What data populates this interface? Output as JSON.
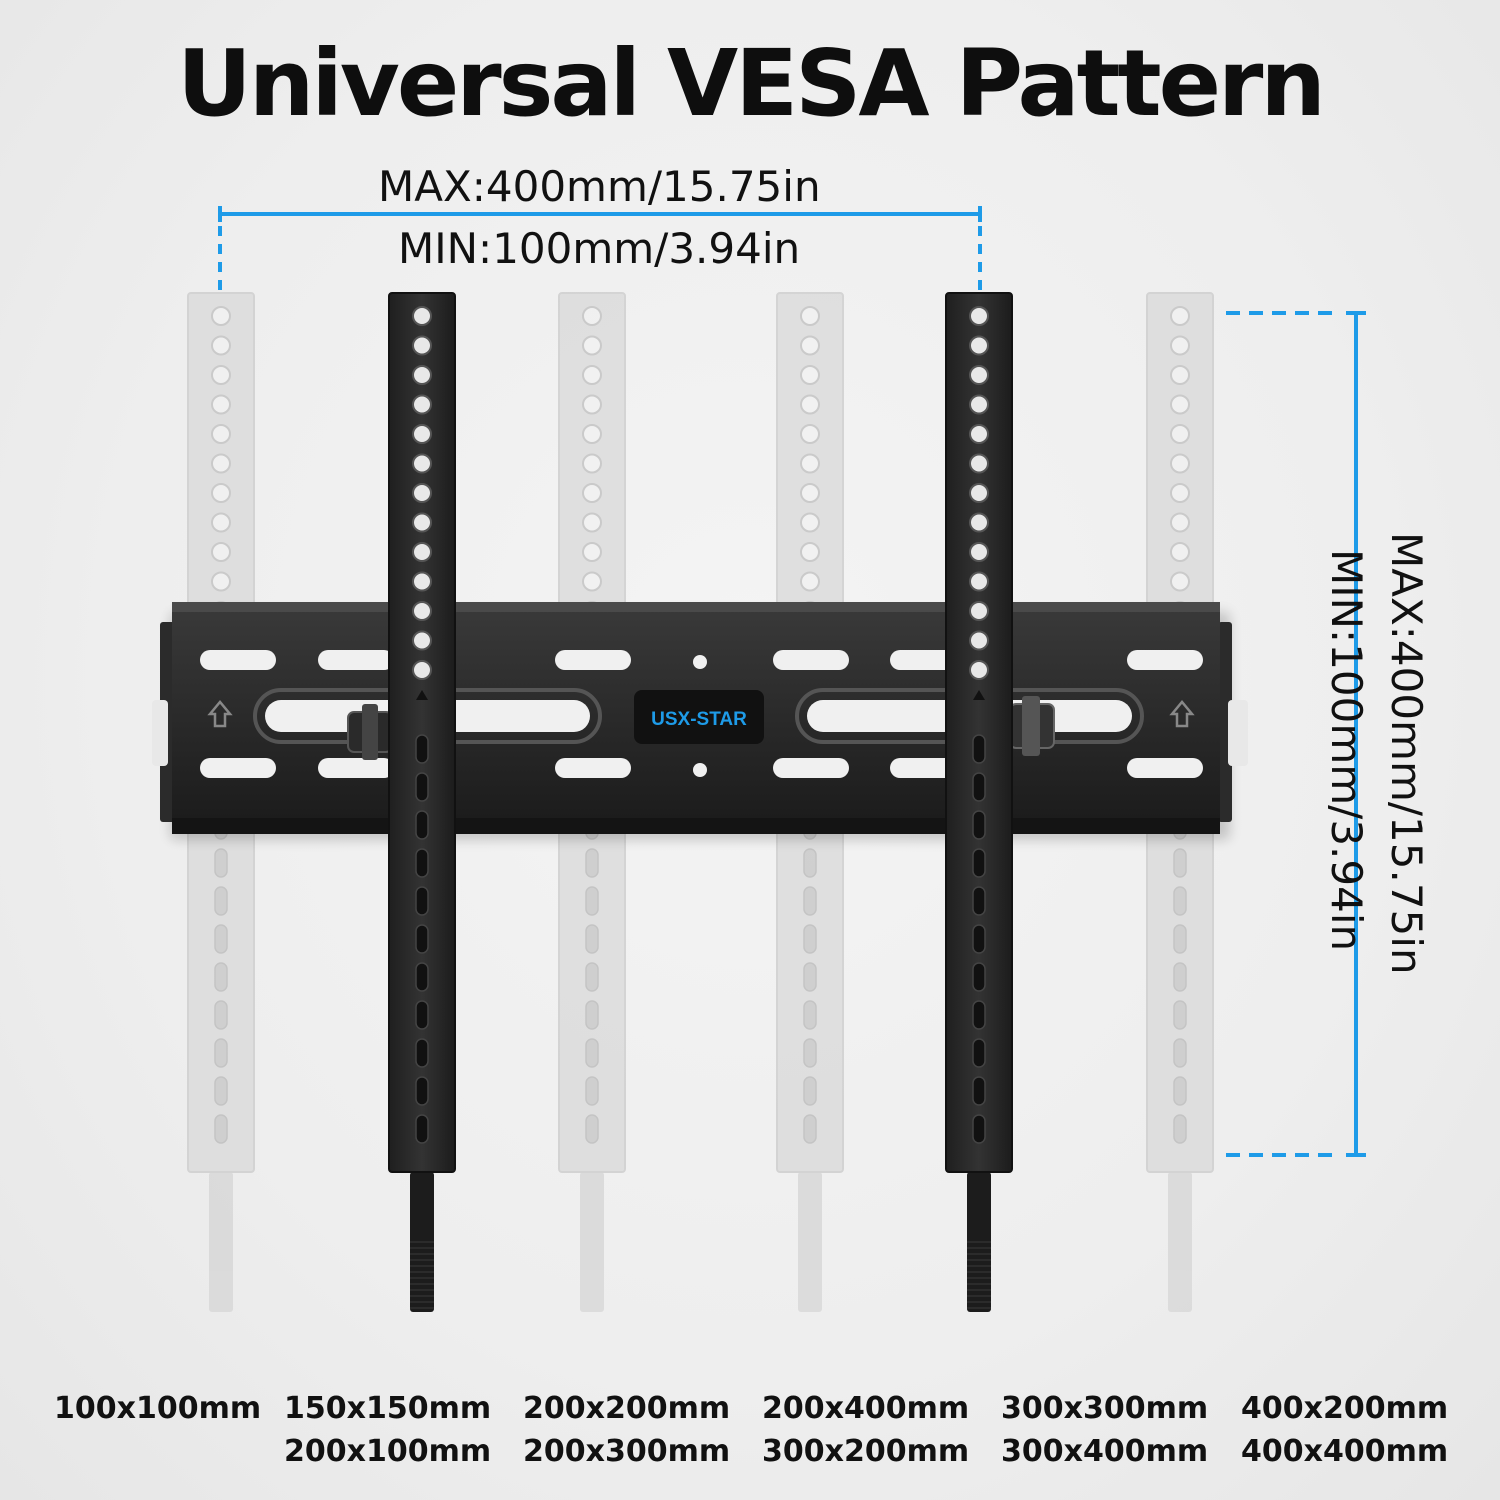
{
  "title": "Universal VESA Pattern",
  "horizontal_dimension": {
    "max_label": "MAX:400mm/15.75in",
    "min_label": "MIN:100mm/3.94in"
  },
  "vertical_dimension": {
    "max_label": "MAX:400mm/15.75in",
    "min_label": "MIN:100mm/3.94in"
  },
  "brand_label": "USX-STAR",
  "accent_color": "#1e9be8",
  "vesa_sizes": {
    "row1": [
      "100x100mm",
      "150x150mm",
      "200x200mm",
      "200x400mm",
      "300x300mm",
      "400x200mm"
    ],
    "row2": [
      "200x100mm",
      "200x300mm",
      "300x200mm",
      "300x400mm",
      "400x400mm"
    ]
  }
}
